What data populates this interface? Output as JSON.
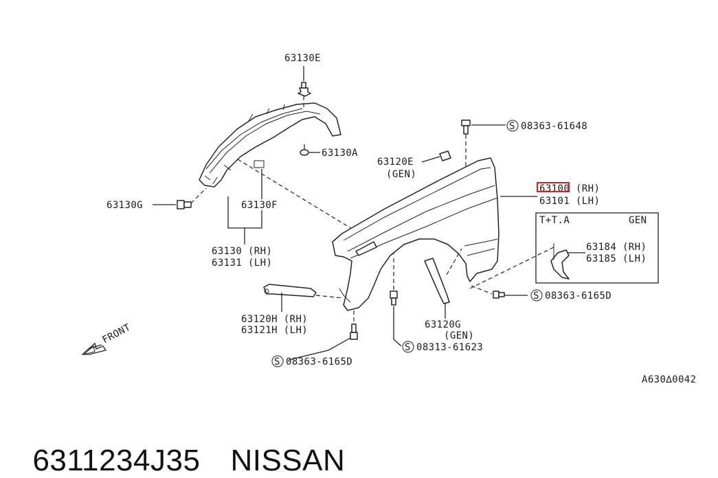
{
  "labels": {
    "p63130E": "63130E",
    "p08363_61648": "08363-61648",
    "p63130A": "63130A",
    "p63120E": "63120E",
    "gen1": "(GEN)",
    "p63100": "63100 (RH)",
    "p63101": "63101 (LH)",
    "p63130G": "63130G",
    "p63130F": "63130F",
    "p63130": "63130 (RH)",
    "p63131": "63131 (LH)",
    "tta": "T+T.A",
    "gen_box": "GEN",
    "p63184": "63184 (RH)",
    "p63185": "63185 (LH)",
    "p08363_6165D_right": "08363-6165D",
    "p63120H": "63120H (RH)",
    "p63121H": "63121H (LH)",
    "p63120G": "63120G",
    "gen2": "(GEN)",
    "p08313_61623": "08313-61623",
    "p08363_6165D_bottom": "08363-6165D",
    "front": "FRONT",
    "drawing_code": "A630∆0042",
    "s_symbol": "S"
  },
  "caption": {
    "part_number": "6311234J35",
    "brand": "NISSAN"
  },
  "colors": {
    "line": "#222222",
    "highlight": "#e01b24"
  },
  "highlighted_part": "63100"
}
